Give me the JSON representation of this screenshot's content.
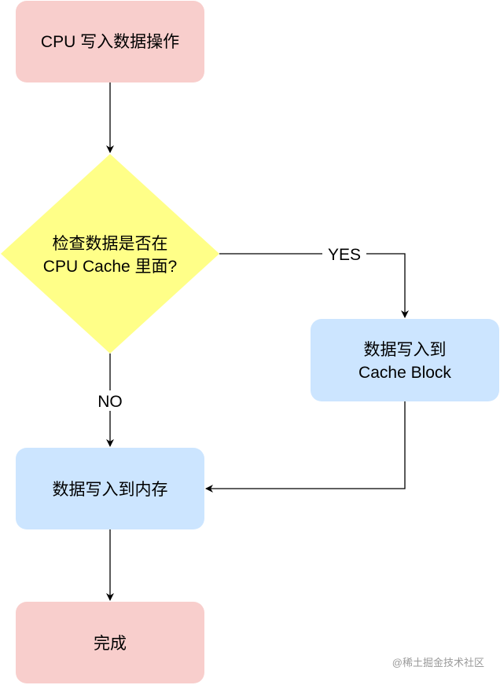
{
  "diagram": {
    "nodes": {
      "start": {
        "label": "CPU 写入数据操作",
        "fill": "#f8cecc"
      },
      "decision": {
        "lines": [
          "检查数据是否在",
          "CPU Cache 里面?"
        ],
        "fill": "#ffff88"
      },
      "write_cache": {
        "lines": [
          "数据写入到",
          "Cache Block"
        ],
        "fill": "#cce5ff"
      },
      "write_memory": {
        "label": "数据写入到内存",
        "fill": "#cce5ff"
      },
      "done": {
        "label": "完成",
        "fill": "#f8cecc"
      }
    },
    "edges": {
      "yes_label": "YES",
      "no_label": "NO"
    },
    "watermark": "@稀土掘金技术社区"
  }
}
